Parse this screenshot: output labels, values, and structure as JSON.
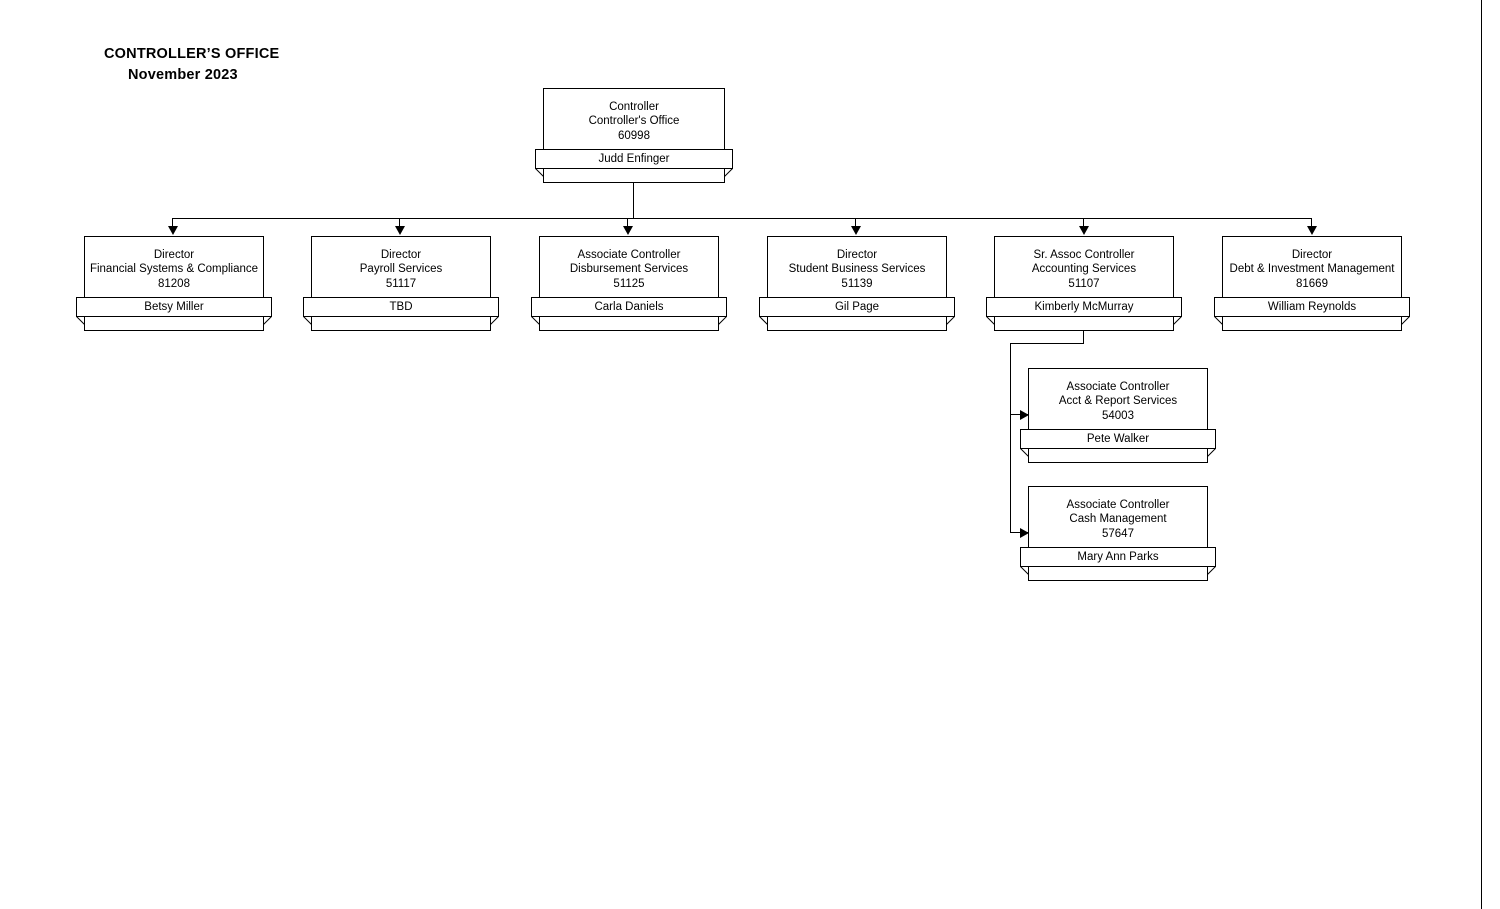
{
  "title": {
    "line1": "CONTROLLER’S OFFICE",
    "line2": "November 2023"
  },
  "chart_meta": {
    "type": "org-chart",
    "orientation": "top-down",
    "root_level_count": 1,
    "second_level_count": 6,
    "third_level_count": 2
  },
  "nodes": {
    "root": {
      "title": "Controller",
      "unit": "Controller's Office",
      "code": "60998",
      "name": "Judd Enfinger"
    },
    "fsc": {
      "title": "Director",
      "unit": "Financial Systems & Compliance",
      "code": "81208",
      "name": "Betsy Miller"
    },
    "payroll": {
      "title": "Director",
      "unit": "Payroll Services",
      "code": "51117",
      "name": "TBD"
    },
    "disbursement": {
      "title": "Associate Controller",
      "unit": "Disbursement Services",
      "code": "51125",
      "name": "Carla Daniels"
    },
    "student": {
      "title": "Director",
      "unit": "Student Business Services",
      "code": "51139",
      "name": "Gil Page"
    },
    "accounting": {
      "title": "Sr. Assoc Controller",
      "unit": "Accounting Services",
      "code": "51107",
      "name": "Kimberly McMurray"
    },
    "debt": {
      "title": "Director",
      "unit": "Debt & Investment Management",
      "code": "81669",
      "name": "William Reynolds"
    },
    "acctreport": {
      "title": "Associate Controller",
      "unit": "Acct & Report Services",
      "code": "54003",
      "name": "Pete Walker"
    },
    "cash": {
      "title": "Associate Controller",
      "unit": "Cash Management",
      "code": "57647",
      "name": "Mary Ann Parks"
    }
  },
  "colors": {
    "line": "#000000",
    "box_fill": "#ffffff",
    "text": "#000000",
    "background": "#ffffff"
  }
}
